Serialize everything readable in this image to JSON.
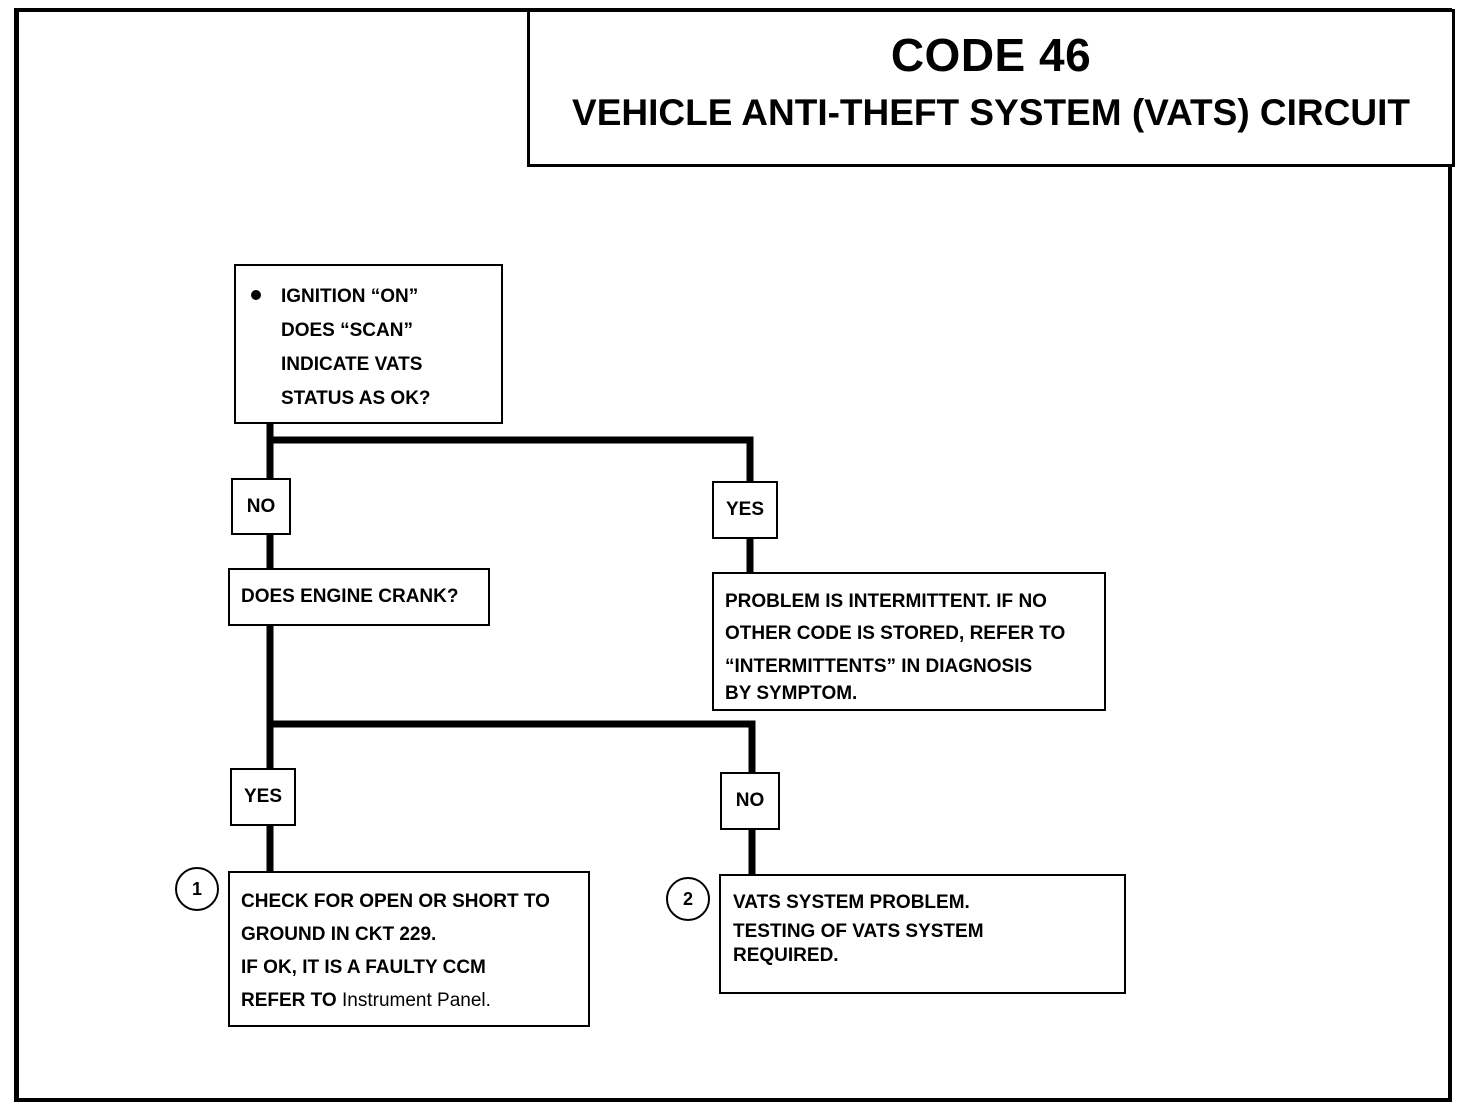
{
  "title": {
    "code": "CODE 46",
    "subtitle": "VEHICLE ANTI-THEFT SYSTEM (VATS) CIRCUIT"
  },
  "flowchart": {
    "start": {
      "lines": [
        "IGNITION “ON”",
        "DOES “SCAN”",
        "INDICATE  VATS",
        "STATUS AS OK?"
      ]
    },
    "branch_no_label": "NO",
    "branch_yes_label": "YES",
    "engine_crank": {
      "text": "DOES ENGINE CRANK?"
    },
    "intermittent": {
      "lines": [
        "PROBLEM IS INTERMITTENT.  IF NO",
        "OTHER CODE IS STORED,  REFER TO",
        "“INTERMITTENTS” IN  DIAGNOSIS",
        " BY SYMPTOM."
      ]
    },
    "crank_yes_label": "YES",
    "crank_no_label": "NO",
    "step1": {
      "number": "1",
      "lines": [
        "CHECK FOR OPEN OR SHORT TO",
        "GROUND IN CKT 229.",
        "IF OK, IT IS A FAULTY CCM"
      ],
      "refer_prefix": "REFER TO",
      "refer_target": " Instrument Panel."
    },
    "step2": {
      "number": "2",
      "lines": [
        "VATS SYSTEM PROBLEM.",
        "TESTING OF VATS SYSTEM",
        "REQUIRED."
      ]
    }
  }
}
